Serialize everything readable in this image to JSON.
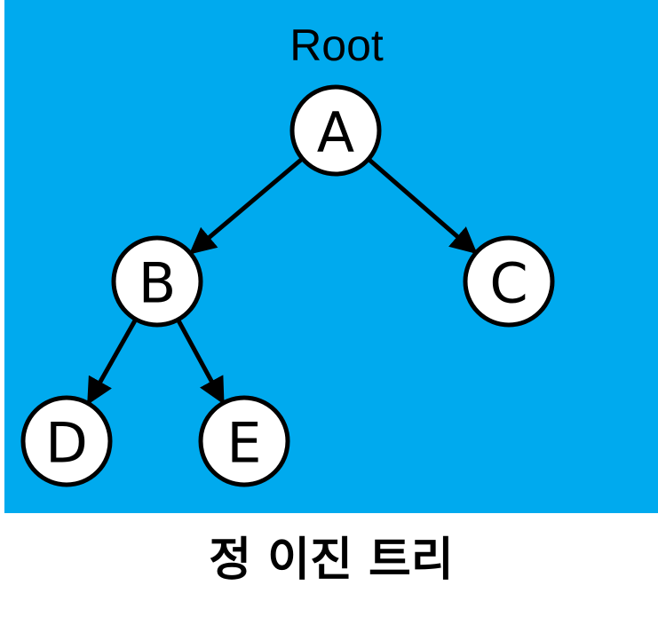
{
  "background_color": "#00AAEE",
  "root_label": "Root",
  "caption": "정 이진 트리",
  "nodes": [
    {
      "id": "A",
      "label": "A"
    },
    {
      "id": "B",
      "label": "B"
    },
    {
      "id": "C",
      "label": "C"
    },
    {
      "id": "D",
      "label": "D"
    },
    {
      "id": "E",
      "label": "E"
    }
  ],
  "edges": [
    {
      "from": "A",
      "to": "B"
    },
    {
      "from": "A",
      "to": "C"
    },
    {
      "from": "B",
      "to": "D"
    },
    {
      "from": "B",
      "to": "E"
    }
  ]
}
